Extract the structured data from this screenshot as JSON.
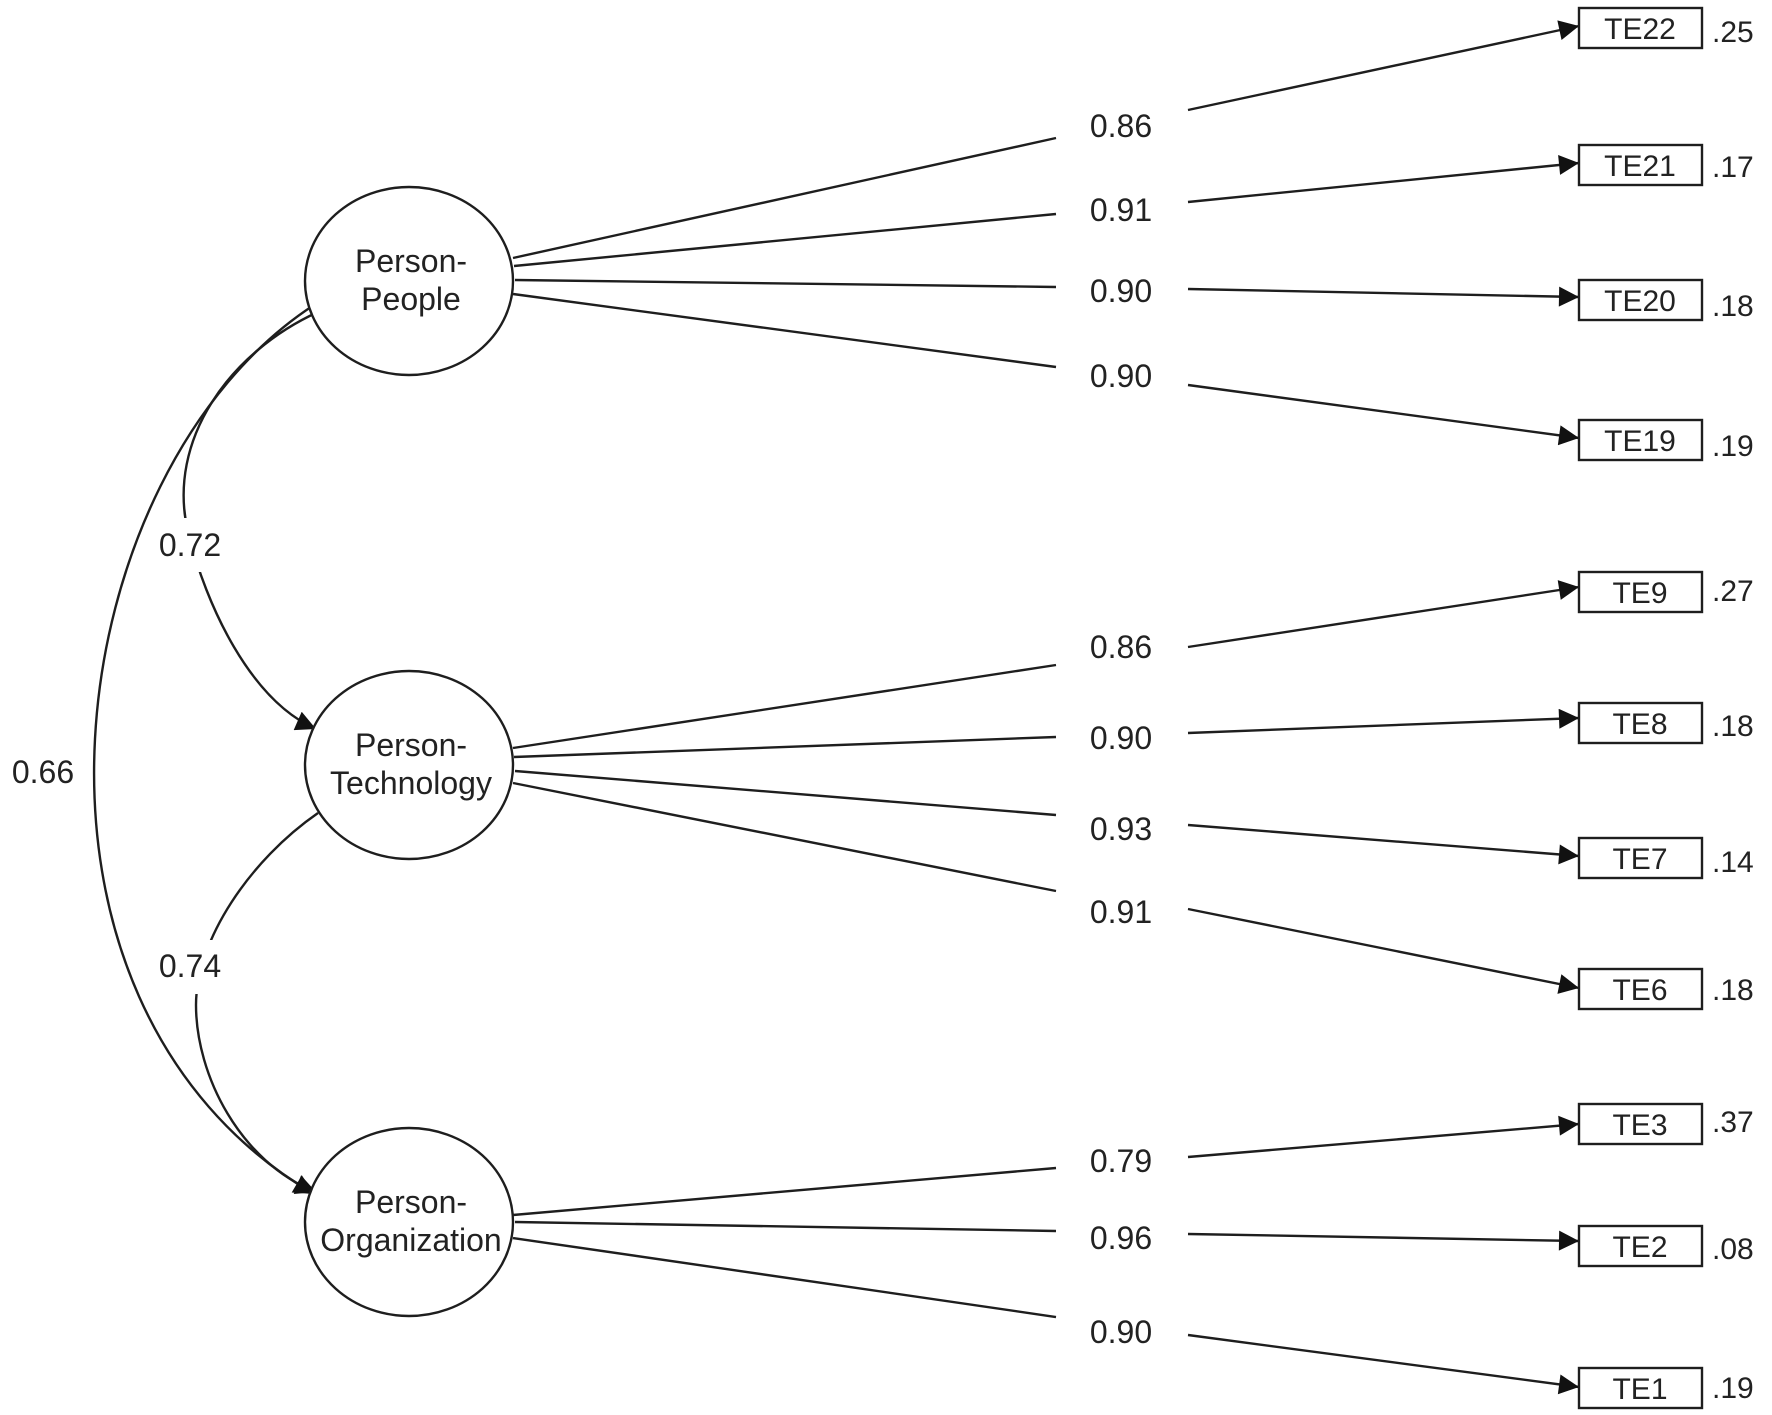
{
  "factors": [
    {
      "id": "people",
      "line1": "Person-",
      "line2": "People"
    },
    {
      "id": "technology",
      "line1": "Person-",
      "line2": "Technology"
    },
    {
      "id": "organization",
      "line1": "Person-",
      "line2": "Organization"
    }
  ],
  "correlations": [
    {
      "from": "people",
      "to": "technology",
      "value": "0.72"
    },
    {
      "from": "technology",
      "to": "organization",
      "value": "0.74"
    },
    {
      "from": "people",
      "to": "organization",
      "value": "0.66"
    }
  ],
  "loadings": [
    {
      "factor": "people",
      "indicator": "TE22",
      "loading": "0.86",
      "error": ".25"
    },
    {
      "factor": "people",
      "indicator": "TE21",
      "loading": "0.91",
      "error": ".17"
    },
    {
      "factor": "people",
      "indicator": "TE20",
      "loading": "0.90",
      "error": ".18"
    },
    {
      "factor": "people",
      "indicator": "TE19",
      "loading": "0.90",
      "error": ".19"
    },
    {
      "factor": "technology",
      "indicator": "TE9",
      "loading": "0.86",
      "error": ".27"
    },
    {
      "factor": "technology",
      "indicator": "TE8",
      "loading": "0.90",
      "error": ".18"
    },
    {
      "factor": "technology",
      "indicator": "TE7",
      "loading": "0.93",
      "error": ".14"
    },
    {
      "factor": "technology",
      "indicator": "TE6",
      "loading": "0.91",
      "error": ".18"
    },
    {
      "factor": "organization",
      "indicator": "TE3",
      "loading": "0.79",
      "error": ".37"
    },
    {
      "factor": "organization",
      "indicator": "TE2",
      "loading": "0.96",
      "error": ".08"
    },
    {
      "factor": "organization",
      "indicator": "TE1",
      "loading": "0.90",
      "error": ".19"
    }
  ]
}
